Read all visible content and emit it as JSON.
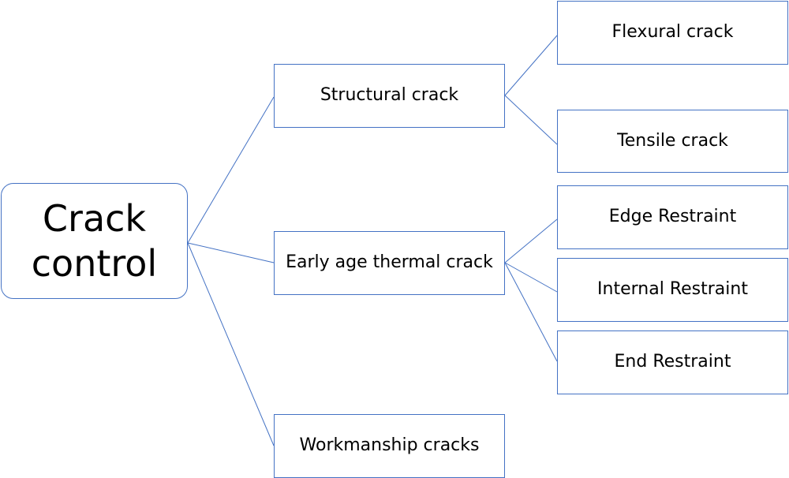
{
  "colors": {
    "line": "#4472c4",
    "box_border": "#4472c4",
    "text": "#000000"
  },
  "root": {
    "line1": "Crack",
    "line2": "control"
  },
  "branches": {
    "structural": {
      "label": "Structural crack",
      "children": [
        "Flexural crack",
        "Tensile crack"
      ]
    },
    "thermal": {
      "label": "Early age thermal crack",
      "children": [
        "Edge Restraint",
        "Internal Restraint",
        "End Restraint"
      ]
    },
    "workmanship": {
      "label": "Workmanship cracks",
      "children": []
    }
  }
}
